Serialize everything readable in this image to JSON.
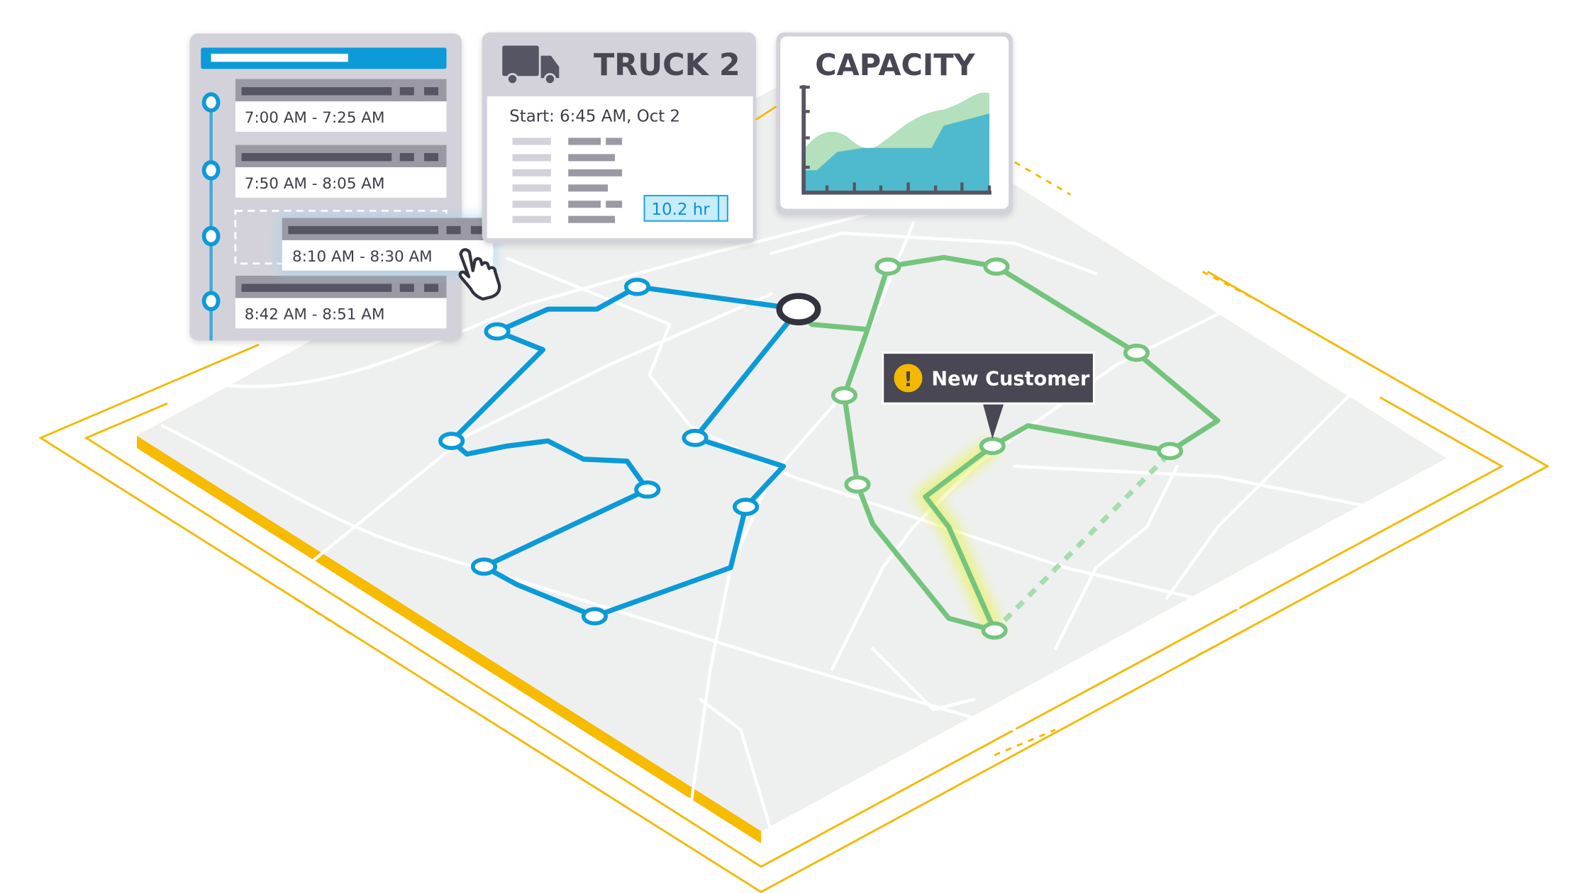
{
  "schedule_panel": {
    "stops": [
      {
        "time": "7:00 AM - 7:25 AM"
      },
      {
        "time": "7:50 AM - 8:05 AM"
      },
      {
        "time": "8:10 AM - 8:30 AM"
      },
      {
        "time": "8:42 AM - 8:51 AM"
      }
    ]
  },
  "truck_panel": {
    "title": "TRUCK 2",
    "start": "Start: 6:45 AM, Oct 2",
    "duration": "10.2 hr",
    "icon": "truck-icon"
  },
  "capacity_panel": {
    "title": "CAPACITY"
  },
  "callout": {
    "icon": "!",
    "label": "New Customer"
  },
  "colors": {
    "blue_route": "#0b9ad8",
    "green_route": "#74c47e",
    "map_bg": "#eef0ef",
    "map_edge": "#f5b800",
    "panel_bg": "#d3d2da",
    "dark": "#565564"
  }
}
